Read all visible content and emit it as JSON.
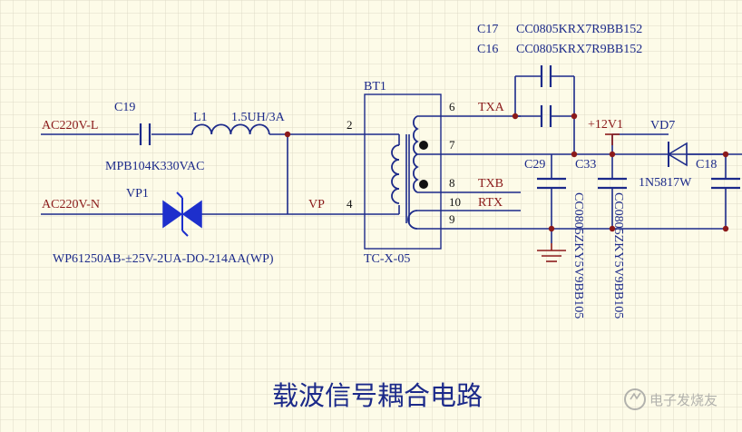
{
  "schematic": {
    "title": "载波信号耦合电路",
    "nets": {
      "ac_l": "AC220V-L",
      "ac_n": "AC220V-N",
      "vp": "VP",
      "txa": "TXA",
      "txb": "TXB",
      "rtx": "RTX",
      "v12": "+12V1"
    },
    "components": {
      "c19_ref": "C19",
      "c19_value": "MPB104K330VAC",
      "l1_ref": "L1",
      "l1_value": "1.5UH/3A",
      "vp1_ref": "VP1",
      "vp1_value": "WP61250AB-±25V-2UA-DO-214AA(WP)",
      "bt1_ref": "BT1",
      "bt1_value": "TC-X-05",
      "c17_ref": "C17",
      "c17_value": "CC0805KRX7R9BB152",
      "c16_ref": "C16",
      "c16_value": "CC0805KRX7R9BB152",
      "c29_ref": "C29",
      "c29_value": "CC0805ZKY5V9BB105",
      "c33_ref": "C33",
      "c33_value": "CC0805ZKY5V9BB105",
      "vd7_ref": "VD7",
      "vd7_value": "1N5817W",
      "c18_ref": "C18"
    },
    "pins": [
      "2",
      "4",
      "6",
      "7",
      "8",
      "10",
      "9"
    ]
  },
  "watermark": "电子发烧友",
  "colors": {
    "background": "#fdfbe8",
    "grid": "#dedbc7",
    "wire": "#1c2a8a",
    "junction": "#8b1a1a",
    "net_label": "#8b1a1a",
    "diode": "#1d2fcc"
  }
}
